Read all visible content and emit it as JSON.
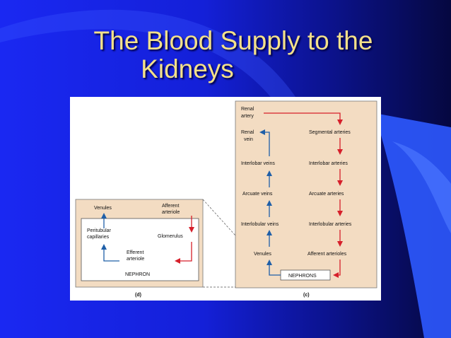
{
  "slide": {
    "title_line1": "The Blood Supply to the",
    "title_line2": "Kidneys",
    "colors": {
      "title": "#f3e08a",
      "background": "#1a28f2",
      "artery": "#d61f2a",
      "vein": "#1f5fa8",
      "panel": "#f3dcc2"
    }
  },
  "panel_c": {
    "renal_artery": [
      "Renal",
      "artery"
    ],
    "renal_vein": [
      "Renal",
      "vein"
    ],
    "left_column": [
      "Interlobar veins",
      "Arcuate veins",
      "Interlobular veins",
      "Venules"
    ],
    "right_column": [
      "Segmental arteries",
      "Interlobar arteries",
      "Arcuate arteries",
      "Interlobular arteries",
      "Afferent arterioles"
    ],
    "nephrons_box": "NEPHRONS",
    "panel_label": "(c)"
  },
  "panel_d": {
    "venules": "Venules",
    "afferent": [
      "Afferent",
      "arteriole"
    ],
    "peritubular": [
      "Peritubular",
      "capillaries"
    ],
    "glomerulus": "Glomerulus",
    "efferent": [
      "Efferent",
      "arteriole"
    ],
    "nephron": "NEPHRON",
    "panel_label": "(d)"
  }
}
